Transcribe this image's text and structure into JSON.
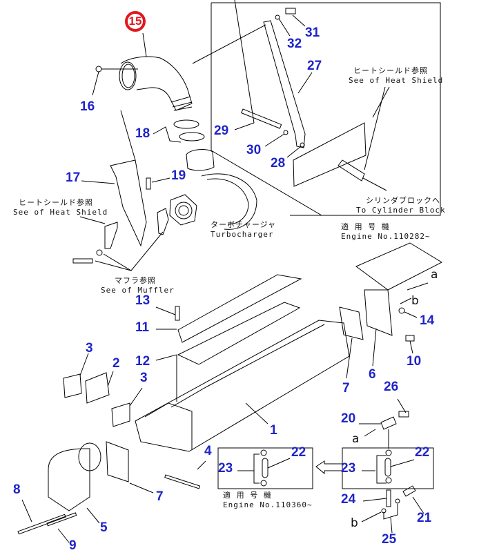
{
  "diagram": {
    "title_part": "15",
    "colors": {
      "callout": "#1f24c8",
      "highlight": "#e0191e",
      "line": "#000000"
    },
    "callouts": {
      "c1": "1",
      "c2": "2",
      "c3a": "3",
      "c3b": "3",
      "c4": "4",
      "c5": "5",
      "c6": "6",
      "c7a": "7",
      "c7b": "7",
      "c8": "8",
      "c9": "9",
      "c10": "10",
      "c11": "11",
      "c12": "12",
      "c13": "13",
      "c14": "14",
      "c16": "16",
      "c17": "17",
      "c18": "18",
      "c19": "19",
      "c20": "20",
      "c21": "21",
      "c22a": "22",
      "c22b": "22",
      "c23a": "23",
      "c23b": "23",
      "c24": "24",
      "c25": "25",
      "c26": "26",
      "c27": "27",
      "c28": "28",
      "c29": "29",
      "c30": "30",
      "c31": "31",
      "c32": "32"
    },
    "letters": {
      "a1": "a",
      "b1": "b",
      "a2": "a",
      "b2": "b"
    },
    "notes": {
      "heat_shield_jp": "ヒートシールド参照",
      "heat_shield_en": "See of Heat Shield",
      "cylinder_jp": "シリンダブロックへ",
      "cylinder_en": "To Cylinder Block",
      "applies_jp": "適 用 号 機",
      "engine_no_1": "Engine No.110282~",
      "turbo_jp": "ターボチャージャ",
      "turbo_en": "Turbocharger",
      "heat_shield2_jp": "ヒートシールド参照",
      "heat_shield2_en": "See of Heat Shield",
      "muffler_jp": "マフラ参照",
      "muffler_en": "See of Muffler",
      "applies2_jp": "適 用 号 機",
      "engine_no_2": "Engine No.110360~"
    }
  }
}
